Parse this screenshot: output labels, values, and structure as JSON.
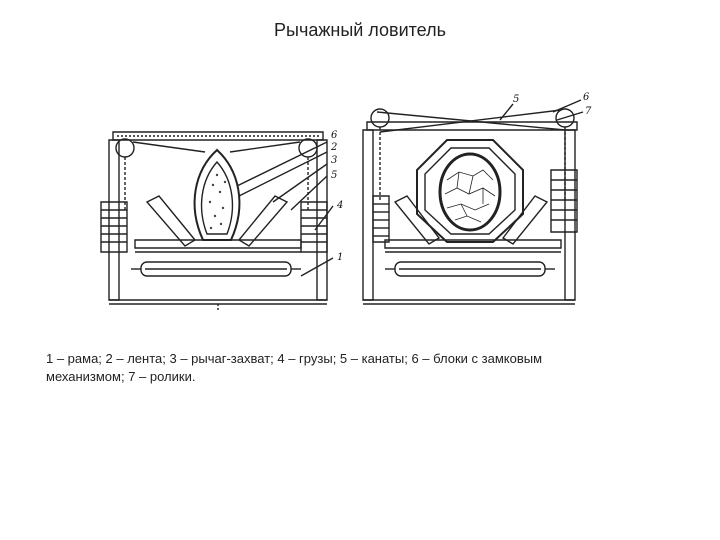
{
  "slide": {
    "title": "Рычажный ловитель",
    "caption_line1": "1 – рама; 2 – лента; 3 – рычаг-захват; 4 – грузы; 5 – канаты; 6 – блоки с замковым",
    "caption_line2": "механизмом; 7 – ролики."
  },
  "figure": {
    "left_labels": [
      "6",
      "2",
      "3",
      "5",
      "4",
      "1"
    ],
    "right_labels": [
      "5",
      "6",
      "7"
    ]
  }
}
